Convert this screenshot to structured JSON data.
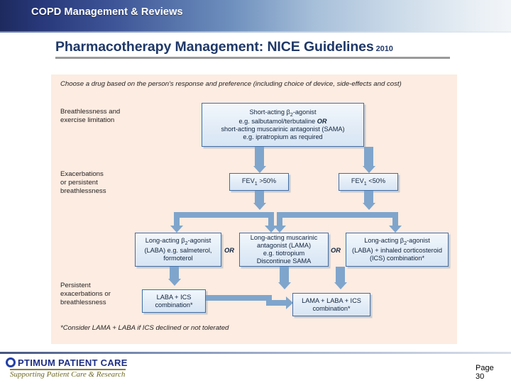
{
  "header": {
    "title": "COPD Management & Reviews"
  },
  "slide": {
    "title": "Pharmacotherapy Management: NICE Guidelines",
    "year": "2010"
  },
  "flowchart": {
    "header_note": "Choose a drug based on the person's response and preference (including choice of device, side-effects and cost)",
    "footnote": "*Consider LAMA + LABA if ICS declined or not tolerated",
    "stage_labels": [
      "Breathlessness and\nexercise limitation",
      "Exacerbations\nor persistent\nbreathlessness",
      "Persistent\nexacerbations or\nbreathlessness"
    ],
    "or_labels": [
      "OR",
      "OR"
    ],
    "boxes": {
      "saba": {
        "line1_a": "Short-acting ",
        "line1_beta": "β",
        "line1_sub": "2",
        "line1_b": "-agonist",
        "line2": "e.g. salbutamol/terbutaline ",
        "line2_or": "OR",
        "line3": "short-acting muscarinic antagonist (SAMA)",
        "line4": "e.g. ipratropium as required"
      },
      "fev_high": {
        "label": "FEV",
        "sub": "1",
        "value": " >50%"
      },
      "fev_low": {
        "label": "FEV",
        "sub": "1",
        "value": " <50%"
      },
      "laba": {
        "line1_a": "Long-acting ",
        "line1_beta": "β",
        "line1_sub": "2",
        "line1_b": "-agonist",
        "line2": "(LABA) e.g. salmeterol,",
        "line3": "formoterol"
      },
      "lama": {
        "line1": "Long-acting muscarinic",
        "line2": "antagonist (LAMA)",
        "line3": "e.g. tiotropium",
        "line4": "Discontinue SAMA"
      },
      "laba_ics": {
        "line1_a": "Long-acting ",
        "line1_beta": "β",
        "line1_sub": "2",
        "line1_b": "-agonist",
        "line2": "(LABA) + inhaled corticosteroid",
        "line3": "(ICS) combination*"
      },
      "labaics_combo": {
        "line1": "LABA + ICS",
        "line2": "combination*"
      },
      "lama_laba_ics": {
        "line1": "LAMA + LABA + ICS",
        "line2": "combination*"
      }
    },
    "colors": {
      "panel_background": "#fcece1",
      "box_border": "#3f6ea8",
      "box_fill": "#e2ecf7",
      "arrow": "#7fa5cc"
    }
  },
  "footer": {
    "logo_name": "PTIMUM PATIENT CARE",
    "logo_tagline": "Supporting Patient Care & Research",
    "page_label": "Page",
    "page_number": "30"
  }
}
